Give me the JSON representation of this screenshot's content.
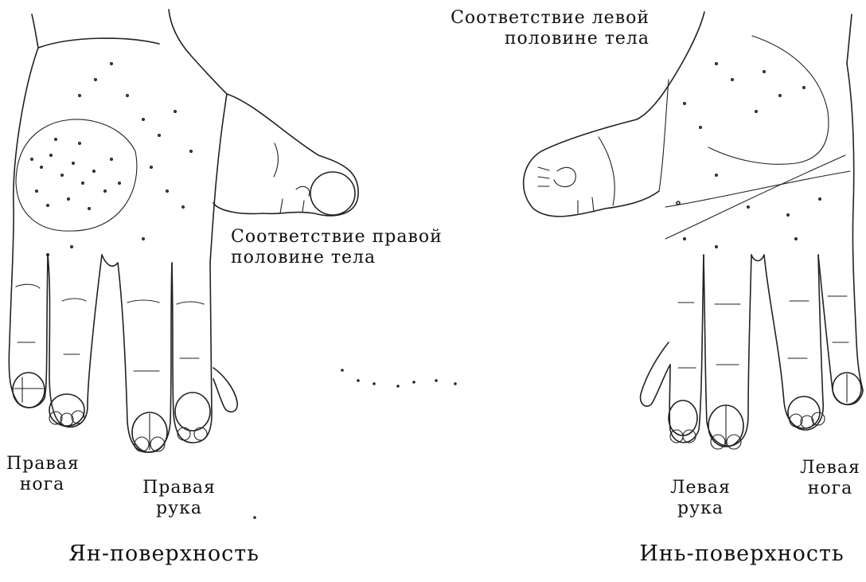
{
  "labels": {
    "left_half": [
      "Соответствие левой",
      "половине тела"
    ],
    "right_half": [
      "Соответствие правой",
      "половине тела"
    ],
    "right_leg": [
      "Правая",
      "нога"
    ],
    "right_arm": [
      "Правая",
      "рука"
    ],
    "left_arm": [
      "Левая",
      "рука"
    ],
    "left_leg": [
      "Левая",
      "нога"
    ],
    "yang_surface": "Ян-поверхность",
    "yin_surface": "Инь-поверхность"
  }
}
